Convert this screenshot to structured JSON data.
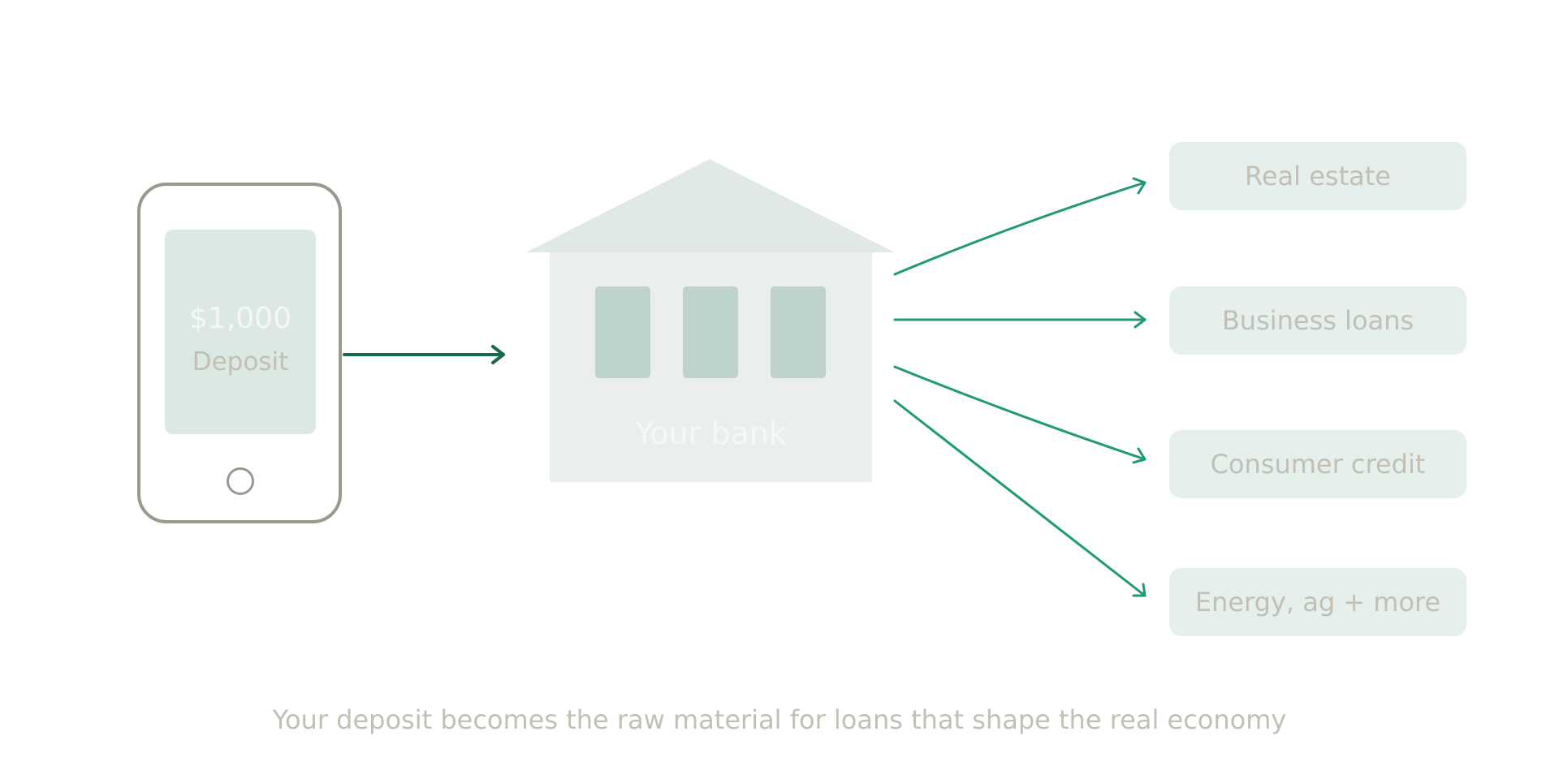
{
  "phone": {
    "amount": "$1,000",
    "label": "Deposit"
  },
  "bank": {
    "label": "Your bank"
  },
  "destinations": [
    {
      "label": "Real estate"
    },
    {
      "label": "Business loans"
    },
    {
      "label": "Consumer credit"
    },
    {
      "label": "Energy, ag + more"
    }
  ],
  "caption": "Your deposit becomes the raw material for loans that shape the real economy",
  "colors": {
    "arrow_primary": "#17694f",
    "arrow_secondary": "#1f9a72",
    "box": "#e5efeb",
    "text": "#c2bfb4"
  }
}
